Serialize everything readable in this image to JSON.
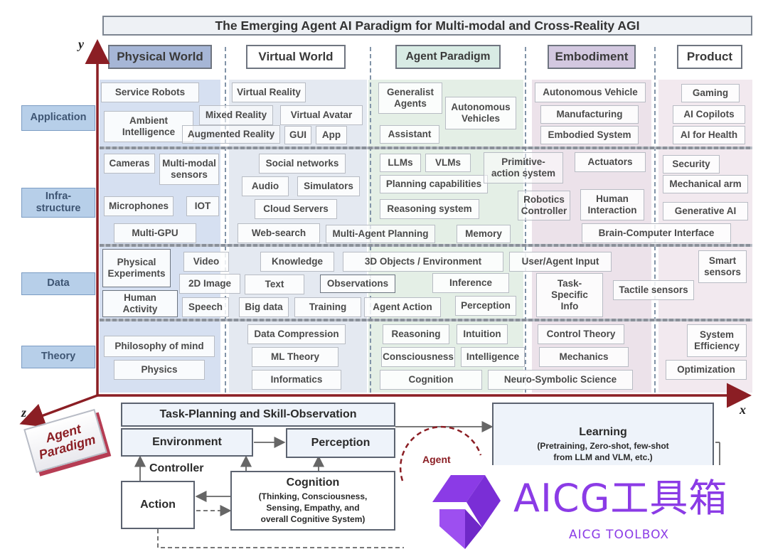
{
  "title": "The Emerging Agent AI Paradigm for Multi-modal and Cross-Reality AGI",
  "axes": {
    "y": "y",
    "x": "x",
    "z": "z"
  },
  "columns": [
    {
      "label": "Physical World",
      "bg": "#d7e1f1"
    },
    {
      "label": "Virtual World",
      "bg": "#e3e8f1"
    },
    {
      "label": "Agent Paradigm",
      "bg": "#e3efe5"
    },
    {
      "label": "Embodiment",
      "bg": "#ece2ea"
    },
    {
      "label": "Product",
      "bg": "#f1e8ee"
    }
  ],
  "rows": [
    "Application",
    "Infra-\nstructure",
    "Data",
    "Theory"
  ],
  "cells": {
    "application": [
      "Service Robots",
      "Ambient\nIntelligence",
      "Mixed Reality",
      "Augmented Reality",
      "Virtual Reality",
      "Virtual Avatar",
      "GUI",
      "App",
      "Generalist\nAgents",
      "Autonomous\nVehicles",
      "Assistant",
      "Autonomous Vehicle",
      "Manufacturing",
      "Embodied System",
      "Gaming",
      "AI Copilots",
      "AI for Health"
    ],
    "infrastructure": [
      "Cameras",
      "Multi-modal\nsensors",
      "Microphones",
      "IOT",
      "Multi-GPU",
      "Social networks",
      "Audio",
      "Simulators",
      "Cloud Servers",
      "Web-search",
      "Multi-Agent Planning",
      "LLMs",
      "VLMs",
      "Planning capabilities",
      "Reasoning system",
      "Memory",
      "Primitive-\naction system",
      "Actuators",
      "Robotics\nController",
      "Human\nInteraction",
      "Brain-Computer Interface",
      "Security",
      "Mechanical arm",
      "Generative AI"
    ],
    "data": [
      "Physical\nExperiments",
      "Video",
      "2D Image",
      "Human\nActivity",
      "Speech",
      "Knowledge",
      "3D Objects / Environment",
      "Text",
      "Observations",
      "Inference",
      "Big data",
      "Training",
      "Agent Action",
      "Perception",
      "User/Agent  Input",
      "Task-\nSpecific\nInfo",
      "Tactile sensors",
      "Smart\nsensors"
    ],
    "theory": [
      "Philosophy of mind",
      "Physics",
      "Data Compression",
      "ML Theory",
      "Informatics",
      "Reasoning",
      "Intuition",
      "Consciousness",
      "Intelligence",
      "Cognition",
      "Neuro-Symbolic Science",
      "Control Theory",
      "Mechanics",
      "System\nEfficiency",
      "Optimization"
    ]
  },
  "agent_label": "Agent\nParadigm",
  "flow": {
    "task_planning": "Task-Planning and Skill-Observation",
    "environment": "Environment",
    "perception": "Perception",
    "controller": "Controller",
    "action": "Action",
    "cognition_title": "Cognition",
    "cognition_desc": "(Thinking, Consciousness,\nSensing, Empathy, and\noverall Cognitive System)",
    "agent_circle": "Agent",
    "learning_title": "Learning",
    "learning_desc": "(Pretraining, Zero-shot, few-shot\nfrom LLM and VLM, etc.)"
  },
  "watermark": {
    "text": "AICG工具箱",
    "sub": "AICG TOOLBOX",
    "color": "#8b3be6"
  }
}
